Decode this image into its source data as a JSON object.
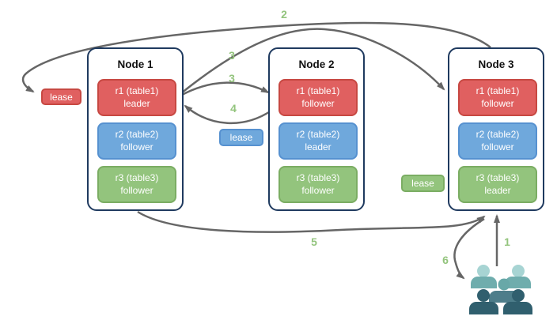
{
  "diagram": {
    "nodes": [
      {
        "title": "Node 1",
        "replicas": [
          {
            "label": "r1 (table1)",
            "role": "leader",
            "color": "red"
          },
          {
            "label": "r2 (table2)",
            "role": "follower",
            "color": "blue"
          },
          {
            "label": "r3 (table3)",
            "role": "follower",
            "color": "green"
          }
        ]
      },
      {
        "title": "Node 2",
        "replicas": [
          {
            "label": "r1 (table1)",
            "role": "follower",
            "color": "red"
          },
          {
            "label": "r2 (table2)",
            "role": "leader",
            "color": "blue"
          },
          {
            "label": "r3 (table3)",
            "role": "follower",
            "color": "green"
          }
        ]
      },
      {
        "title": "Node 3",
        "replicas": [
          {
            "label": "r1 (table1)",
            "role": "follower",
            "color": "red"
          },
          {
            "label": "r2 (table2)",
            "role": "follower",
            "color": "blue"
          },
          {
            "label": "r3 (table3)",
            "role": "leader",
            "color": "green"
          }
        ]
      }
    ],
    "leases": {
      "red": {
        "label": "lease"
      },
      "blue": {
        "label": "lease"
      },
      "green": {
        "label": "lease"
      }
    },
    "steps": {
      "s1": "1",
      "s2": "2",
      "s3a": "3",
      "s3b": "3",
      "s4": "4",
      "s5": "5",
      "s6": "6"
    },
    "colors": {
      "red": "#e06060",
      "red_border": "#c74842",
      "blue": "#6fa8dc",
      "blue_border": "#5691d0",
      "green": "#93c47d",
      "green_border": "#7bad63",
      "arrow": "#666666",
      "node_border": "#1f3a5f",
      "step": "#93c47d",
      "text_dark": "#111111",
      "people_light": "#a7d4d3",
      "people_mid": "#6fadad",
      "people_midhead": "#68a8a8",
      "people_slate": "#4d7d8a",
      "people_dark": "#305f6e"
    }
  }
}
